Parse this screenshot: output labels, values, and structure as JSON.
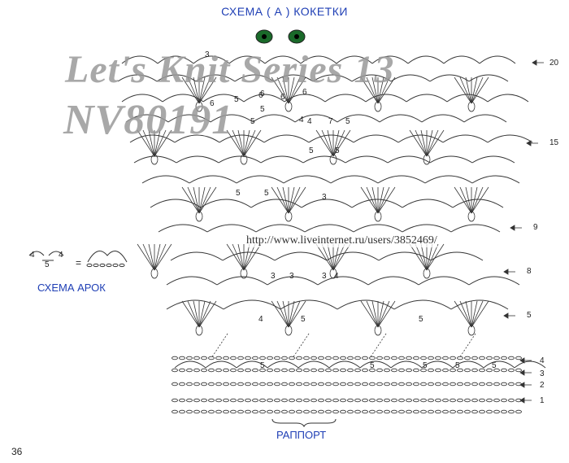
{
  "title": "СХЕМА ( А )  КОКЕТКИ",
  "watermark": {
    "line1": "Let's Knit Series 13",
    "line2": "NV80191"
  },
  "url": "http://www.liveinternet.ru/users/3852469/",
  "arch_scheme_label": "СХЕМА АРОК",
  "arch_scheme_numbers": [
    "4",
    "4",
    "5",
    "="
  ],
  "repeat_label": "РАППОРТ",
  "page_number": "36",
  "row_numbers": [
    "20",
    "15",
    "9",
    "8",
    "5",
    "4",
    "3",
    "2",
    "1"
  ],
  "stitch_counts": [
    "3",
    "6",
    "6",
    "5",
    "5",
    "5",
    "4",
    "7",
    "4",
    "5",
    "5",
    "5",
    "5",
    "5",
    "3",
    "6",
    "6",
    "6",
    "3",
    "3",
    "3",
    "4",
    "4",
    "5",
    "5",
    "5",
    "5",
    "5",
    "5",
    "5"
  ],
  "colors": {
    "accent": "#1f3fb5",
    "ink": "#333333",
    "watermark": "#9a9a9a"
  }
}
